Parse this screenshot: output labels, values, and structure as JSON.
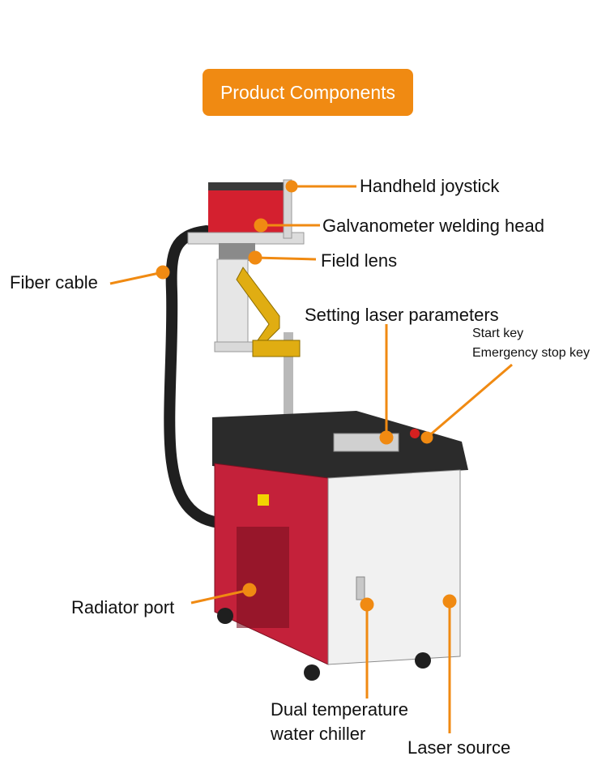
{
  "title": "Product Components",
  "labels": {
    "handheld_joystick": "Handheld joystick",
    "galvanometer_head": "Galvanometer welding head",
    "field_lens": "Field lens",
    "fiber_cable": "Fiber cable",
    "setting_parameters": "Setting laser parameters",
    "start_key": "Start key",
    "emergency_stop_key": "Emergency stop key",
    "radiator_port": "Radiator port",
    "chiller_line1": "Dual temperature",
    "chiller_line2": "water chiller",
    "laser_source": "Laser source"
  },
  "colors": {
    "accent": "#f08a12",
    "cabinet_red": "#c4213a",
    "cabinet_white": "#f1f1f1",
    "top_black": "#2b2b2b",
    "arm_yellow": "#e0ad12"
  }
}
